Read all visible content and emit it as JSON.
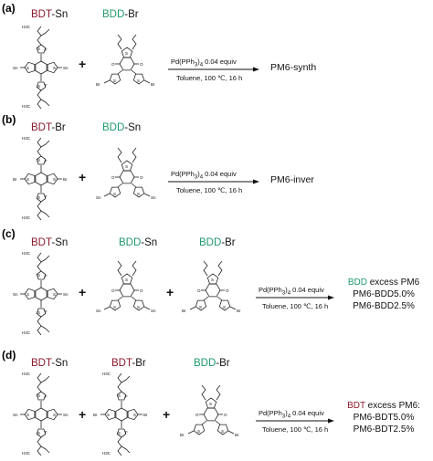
{
  "panels": [
    {
      "label": "(a)",
      "reactants": [
        {
          "prefix": "BDT",
          "prefix_color": "red",
          "suffix": "-Sn"
        },
        {
          "prefix": "BDD",
          "prefix_color": "green",
          "suffix": "-Br"
        }
      ],
      "conditions_line1_pre": "Pd(PPh",
      "conditions_line1_sub": "3",
      "conditions_line1_post": ")",
      "conditions_line1_sub2": "4",
      "conditions_line1_tail": " 0.04 equiv",
      "conditions_line2": "Toluene, 100 ℃, 16 h",
      "product": "PM6-synth"
    },
    {
      "label": "(b)",
      "reactants": [
        {
          "prefix": "BDT",
          "prefix_color": "red",
          "suffix": "-Br"
        },
        {
          "prefix": "BDD",
          "prefix_color": "green",
          "suffix": "-Sn"
        }
      ],
      "conditions_line1_pre": "Pd(PPh",
      "conditions_line1_sub": "3",
      "conditions_line1_post": ")",
      "conditions_line1_sub2": "4",
      "conditions_line1_tail": " 0.04 equiv",
      "conditions_line2": "Toluene, 100 ℃, 16 h",
      "product": "PM6-inver"
    },
    {
      "label": "(c)",
      "reactants": [
        {
          "prefix": "BDT",
          "prefix_color": "red",
          "suffix": "-Sn"
        },
        {
          "prefix": "BDD",
          "prefix_color": "green",
          "suffix": "-Sn"
        },
        {
          "prefix": "BDD",
          "prefix_color": "green",
          "suffix": "-Br"
        }
      ],
      "conditions_line1_pre": "Pd(PPh",
      "conditions_line1_sub": "3",
      "conditions_line1_post": ")",
      "conditions_line1_sub2": "4",
      "conditions_line1_tail": " 0.04 equiv",
      "conditions_line2": "Toluene, 100 ℃, 16 h",
      "product_head_prefix": "BDD",
      "product_head_color": "green",
      "product_head_suffix": " excess PM6",
      "product_lines": [
        "PM6-BDD5.0%",
        "PM6-BDD2.5%"
      ]
    },
    {
      "label": "(d)",
      "reactants": [
        {
          "prefix": "BDT",
          "prefix_color": "red",
          "suffix": "-Sn"
        },
        {
          "prefix": "BDT",
          "prefix_color": "red",
          "suffix": "-Br"
        },
        {
          "prefix": "BDD",
          "prefix_color": "green",
          "suffix": "-Br"
        }
      ],
      "conditions_line1_pre": "Pd(PPh",
      "conditions_line1_sub": "3",
      "conditions_line1_post": ")",
      "conditions_line1_sub2": "4",
      "conditions_line1_tail": " 0.04 equiv",
      "conditions_line2": "Toluene, 100 ℃, 16 h",
      "product_head_prefix": "BDT",
      "product_head_color": "red",
      "product_head_suffix": " excess PM6:",
      "product_lines": [
        "PM6-BDT5.0%",
        "PM6-BDT2.5%"
      ]
    }
  ],
  "plus_sign": "+",
  "atom_labels": {
    "s": "S",
    "f": "F",
    "br": "Br",
    "o": "O",
    "sn": "Sn",
    "h3c": "H3C"
  },
  "colors": {
    "red": "#8b1a2b",
    "green": "#1e9a6b"
  }
}
